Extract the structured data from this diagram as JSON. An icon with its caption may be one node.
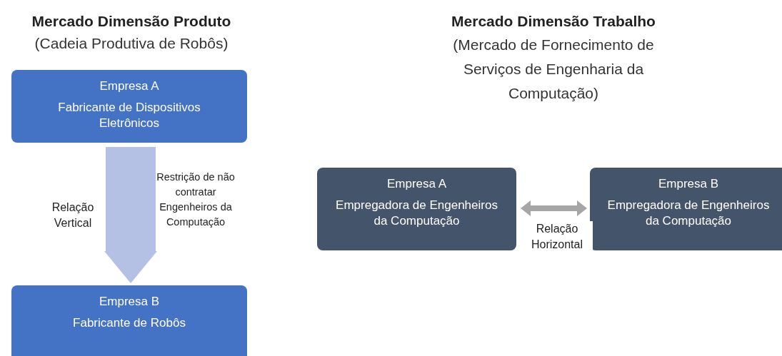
{
  "diagram": {
    "nodes": [
      {
        "text": [
          "Empresa A",
          "Fabricante de Dispositivos Eletrônicos"
        ]
      },
      {
        "text": [
          "Empresa B",
          "Fabricante de Robôs"
        ]
      },
      {
        "text": [
          "Empresa A",
          "Empregadora de Engenheiros da Computação"
        ]
      },
      {
        "text": [
          "Empresa B",
          "Empregadora de Engenheiros da Computação"
        ]
      }
    ],
    "edges": [
      {
        "from": 0,
        "to": 1,
        "arrow": "to",
        "label": "Relação Vertical",
        "style": "thick",
        "color": "#b4c1e4"
      },
      {
        "from": 2,
        "to": 3,
        "arrow": "both",
        "label": "Relação Horizontal",
        "color": "#a6a6a6"
      }
    ],
    "labels": [
      "Mercado Dimensão Produto",
      "(Cadeia Produtiva de Robôs)",
      "Mercado Dimensão Trabalho",
      "(Mercado de Fornecimento de Serviços de Engenharia da Computação)",
      "Restrição de não contratar Engenheiros da Computação"
    ]
  }
}
